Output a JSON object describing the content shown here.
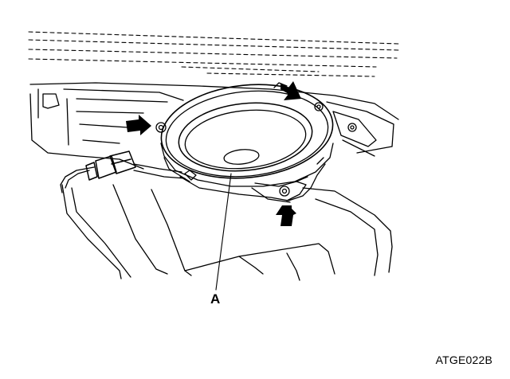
{
  "diagram": {
    "callouts": [
      {
        "id": "A",
        "label": "A",
        "target": "speaker"
      }
    ],
    "figure_code": "ATGE022B",
    "icons": {
      "arrows": [
        "arrow-fastener-left",
        "arrow-fastener-top",
        "arrow-fastener-bottom"
      ]
    },
    "colors": {
      "line": "#000000",
      "background": "#ffffff"
    }
  }
}
